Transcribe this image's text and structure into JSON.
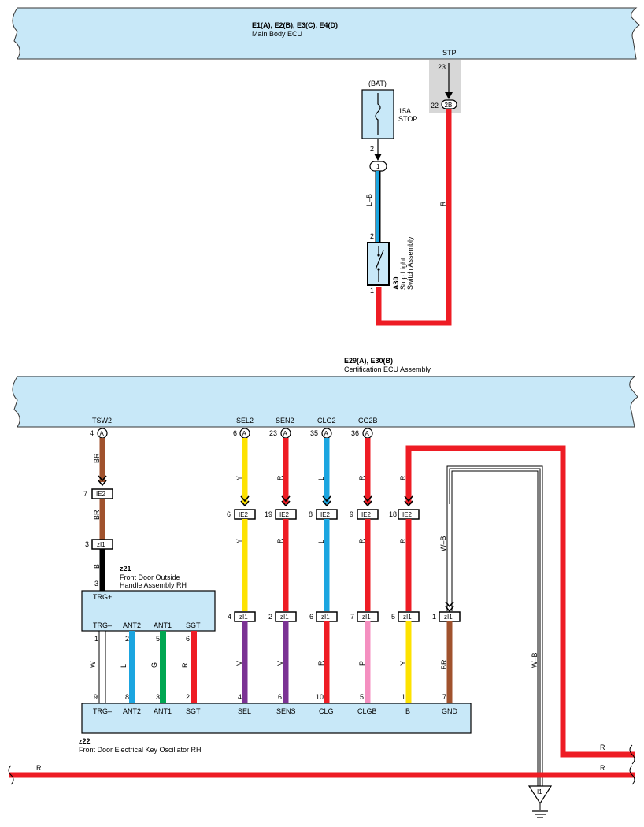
{
  "colors": {
    "ecu_fill": "#c8e8f8",
    "red": "#ee1c24",
    "blue": "#1ba5e0",
    "yellow": "#fde200",
    "purple": "#7b3294",
    "pink": "#f48fc0",
    "brown": "#a0522d",
    "green": "#00a651",
    "black": "#000000",
    "white": "#ffffff"
  },
  "main_ecu": {
    "code": "E1(A), E2(B), E3(C), E4(D)",
    "name": "Main Body ECU",
    "pin_name": "STP",
    "pin_no": "23",
    "joint_pin": "22",
    "joint_label": "2B"
  },
  "fuse": {
    "source": "(BAT)",
    "rating": "15A",
    "name": "STOP",
    "pin_out": "2",
    "joint": "1"
  },
  "stop_switch": {
    "code": "A30",
    "name_line1": "Stop Light",
    "name_line2": "Switch Assembly",
    "pin_top": "2",
    "pin_bottom": "1"
  },
  "wires_top": {
    "fuse_to_switch": "L–B",
    "stp_line": "R"
  },
  "cert_ecu": {
    "code": "E29(A), E30(B)",
    "name": "Certification ECU Assembly",
    "pins": [
      {
        "name": "TSW2",
        "no": "4",
        "conn": "A"
      },
      {
        "name": "SEL2",
        "no": "6",
        "conn": "A"
      },
      {
        "name": "SEN2",
        "no": "23",
        "conn": "A"
      },
      {
        "name": "CLG2",
        "no": "35",
        "conn": "A"
      },
      {
        "name": "CG2B",
        "no": "36",
        "conn": "A"
      }
    ]
  },
  "tsw_chain": {
    "wire1": "BR",
    "ie2_pin": "7",
    "ie2_label": "IE2",
    "wire2": "BR",
    "zi1_pin": "3",
    "zi1_label": "zI1",
    "wire3": "B",
    "handle_pin": "3"
  },
  "handle": {
    "code": "z21",
    "name_line1": "Front Door Outside",
    "name_line2": "Handle Assembly RH",
    "trg_plus": "TRG+",
    "bottom_pins": [
      {
        "name": "TRG–",
        "no": "1",
        "wire": "W"
      },
      {
        "name": "ANT2",
        "no": "2",
        "wire": "L"
      },
      {
        "name": "ANT1",
        "no": "5",
        "wire": "G"
      },
      {
        "name": "SGT",
        "no": "6",
        "wire": "R"
      }
    ]
  },
  "columns": [
    {
      "w1": "Y",
      "ie2_pin": "6",
      "w2": "Y",
      "zi1_pin": "4",
      "w3": "V",
      "osc_pin": "4",
      "osc_name": "SEL"
    },
    {
      "w1": "R",
      "ie2_pin": "19",
      "w2": "R",
      "zi1_pin": "2",
      "w3": "V",
      "osc_pin": "6",
      "osc_name": "SENS"
    },
    {
      "w1": "L",
      "ie2_pin": "8",
      "w2": "L",
      "zi1_pin": "6",
      "w3": "R",
      "osc_pin": "10",
      "osc_name": "CLG"
    },
    {
      "w1": "R",
      "ie2_pin": "9",
      "w2": "R",
      "zi1_pin": "7",
      "w3": "P",
      "osc_pin": "5",
      "osc_name": "CLGB"
    },
    {
      "w1": "R",
      "ie2_pin": "18",
      "w2": "R",
      "zi1_pin": "5",
      "w3": "Y",
      "osc_pin": "1",
      "osc_name": "B"
    }
  ],
  "ie2_label": "IE2",
  "zi1_label": "zI1",
  "gnd_column": {
    "w_top": "W–B",
    "zi1_pin": "1",
    "w_bottom": "BR",
    "osc_pin": "7",
    "osc_name": "GND",
    "ground_wire": "W–B",
    "ground_label": "I1"
  },
  "oscillator": {
    "code": "z22",
    "name": "Front Door Electrical Key Oscillator RH",
    "left_pins": [
      {
        "name": "TRG–",
        "no": "9"
      },
      {
        "name": "ANT2",
        "no": "8"
      },
      {
        "name": "ANT1",
        "no": "3"
      },
      {
        "name": "SGT",
        "no": "2"
      }
    ]
  },
  "bottom_lines": {
    "right_R": "R",
    "bottom_left_R": "R",
    "bottom_right_R": "R"
  }
}
